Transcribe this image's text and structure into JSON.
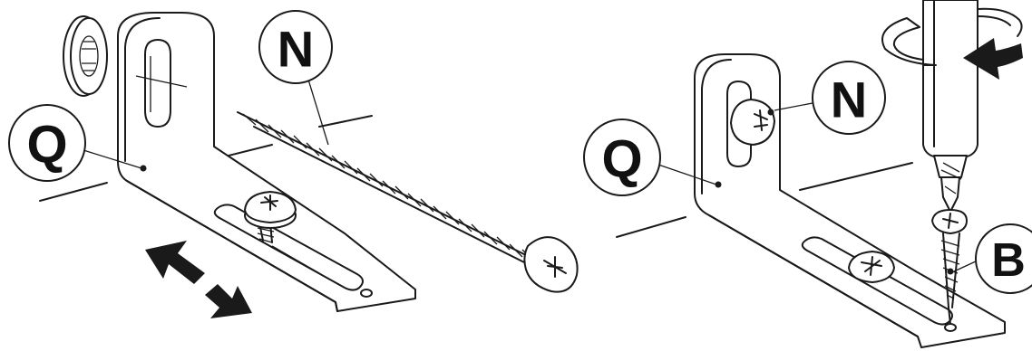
{
  "labels": {
    "left_bracket": "Q",
    "left_screw": "N",
    "right_bracket": "Q",
    "right_screw": "N",
    "right_small_screw": "B"
  },
  "icons": [
    "washer",
    "l-bracket",
    "long-wood-screw",
    "pan-head-screw",
    "double-arrow",
    "screwdriver",
    "rotation-arrow"
  ],
  "colors": {
    "line": "#1a1a1a",
    "background": "#ffffff"
  }
}
